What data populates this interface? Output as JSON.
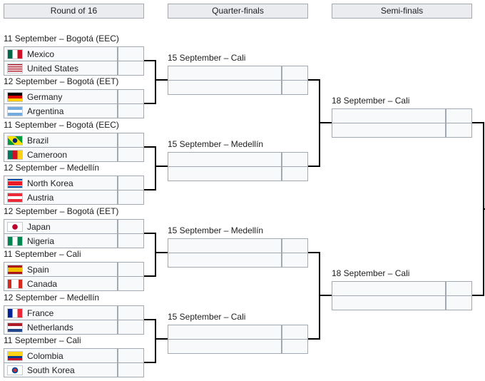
{
  "headers": {
    "round_of_16": "Round of 16",
    "quarter_finals": "Quarter-finals",
    "semi_finals": "Semi-finals"
  },
  "round_of_16": [
    {
      "date": "11 September – Bogotá (EEC)",
      "teams": [
        {
          "name": "Mexico",
          "flag": "flag-mexico"
        },
        {
          "name": "United States",
          "flag": "flag-usa"
        }
      ]
    },
    {
      "date": "12 September – Bogotá (EET)",
      "teams": [
        {
          "name": "Germany",
          "flag": "flag-germany"
        },
        {
          "name": "Argentina",
          "flag": "flag-argentina"
        }
      ]
    },
    {
      "date": "11 September – Bogotá (EEC)",
      "teams": [
        {
          "name": "Brazil",
          "flag": "flag-brazil"
        },
        {
          "name": "Cameroon",
          "flag": "flag-cameroon"
        }
      ]
    },
    {
      "date": "12 September – Medellín",
      "teams": [
        {
          "name": "North Korea",
          "flag": "flag-north-korea"
        },
        {
          "name": "Austria",
          "flag": "flag-austria"
        }
      ]
    },
    {
      "date": "12 September – Bogotá (EET)",
      "teams": [
        {
          "name": "Japan",
          "flag": "flag-japan"
        },
        {
          "name": "Nigeria",
          "flag": "flag-nigeria"
        }
      ]
    },
    {
      "date": "11 September – Cali",
      "teams": [
        {
          "name": "Spain",
          "flag": "flag-spain"
        },
        {
          "name": "Canada",
          "flag": "flag-canada"
        }
      ]
    },
    {
      "date": "12 September – Medellín",
      "teams": [
        {
          "name": "France",
          "flag": "flag-france"
        },
        {
          "name": "Netherlands",
          "flag": "flag-netherlands"
        }
      ]
    },
    {
      "date": "11 September – Cali",
      "teams": [
        {
          "name": "Colombia",
          "flag": "flag-colombia"
        },
        {
          "name": "South Korea",
          "flag": "flag-south-korea"
        }
      ]
    }
  ],
  "quarter_finals": [
    {
      "date": "15 September – Cali"
    },
    {
      "date": "15 September – Medellín"
    },
    {
      "date": "15 September – Medellín"
    },
    {
      "date": "15 September – Cali"
    }
  ],
  "semi_finals": [
    {
      "date": "18 September – Cali"
    },
    {
      "date": "18 September – Cali"
    }
  ]
}
